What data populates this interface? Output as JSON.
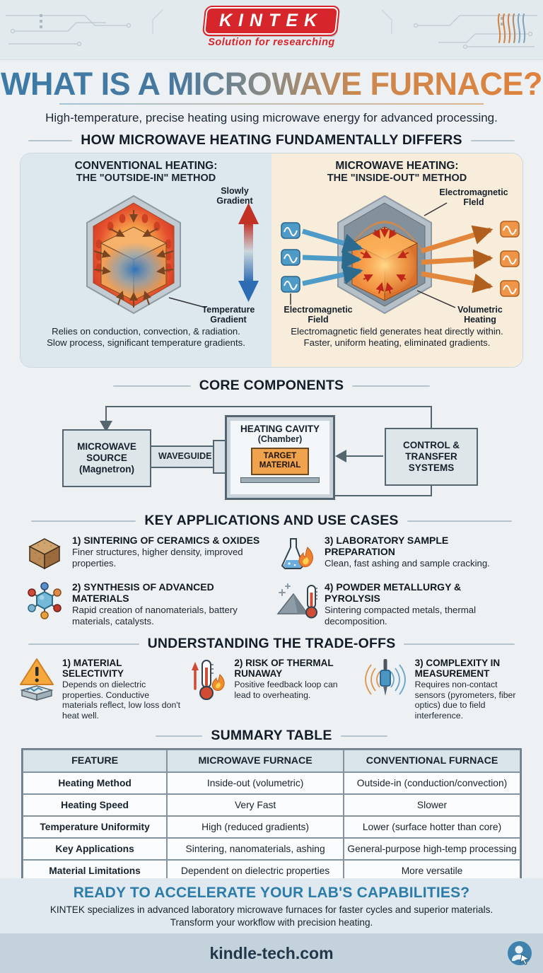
{
  "brand": {
    "logo_text": "KINTEK",
    "tagline": "Solution for researching"
  },
  "hero": {
    "title": "WHAT IS A MICROWAVE FURNACE?",
    "subtitle": "High-temperature, precise heating using microwave energy for advanced processing."
  },
  "differs": {
    "heading": "HOW MICROWAVE HEATING FUNDAMENTALLY DIFFERS",
    "conventional": {
      "title_line1": "CONVENTIONAL HEATING:",
      "title_line2": "THE \"OUTSIDE-IN\" METHOD",
      "label_top": "Slowly Gradient",
      "label_bottom": "Temperature Gradient",
      "caption_line1": "Relies on conduction, convection, & radiation.",
      "caption_line2": "Slow process, significant temperature gradients."
    },
    "microwave": {
      "title_line1": "MICROWAVE HEATING:",
      "title_line2": "THE \"INSIDE-OUT\" METHOD",
      "label_top": "Electromagnetic Fleld",
      "label_bottom_left": "Electromagnetic Field",
      "label_bottom_right": "Volumetric Heating",
      "caption_line1": "Electromagnetic field generates heat directly within.",
      "caption_line2": "Faster, uniform heating, eliminated gradients."
    }
  },
  "core": {
    "heading": "CORE COMPONENTS",
    "source_line1": "MICROWAVE",
    "source_line2": "SOURCE",
    "source_line3": "(Magnetron)",
    "waveguide": "WAVEGUIDE",
    "cavity_line1": "HEATING CAVITY",
    "cavity_line2": "(Chamber)",
    "target_line1": "TARGET",
    "target_line2": "MATERIAL",
    "control_line1": "CONTROL &",
    "control_line2": "TRANSFER",
    "control_line3": "SYSTEMS"
  },
  "applications": {
    "heading": "KEY APPLICATIONS AND USE CASES",
    "items": [
      {
        "icon": "ceramic-cube-icon",
        "title": "1) SINTERING OF CERAMICS & OXIDES",
        "desc": "Finer structures, higher density, improved properties."
      },
      {
        "icon": "molecule-icon",
        "title": "2) SYNTHESIS OF ADVANCED MATERIALS",
        "desc": "Rapid creation of nanomaterials, battery materials, catalysts."
      },
      {
        "icon": "flask-flame-icon",
        "title": "3) LABORATORY SAMPLE PREPARATION",
        "desc": "Clean, fast ashing and sample cracking."
      },
      {
        "icon": "powder-thermometer-icon",
        "title": "4) POWDER METALLURGY & PYROLYSIS",
        "desc": "Sintering compacted metals, thermal decomposition."
      }
    ]
  },
  "tradeoffs": {
    "heading": "UNDERSTANDING THE TRADE-OFFS",
    "items": [
      {
        "icon": "warning-triangle-icon",
        "title": "1) MATERIAL SELECTIVITY",
        "desc": "Depends on dielectric properties. Conductive materials reflect, low loss don't heat well."
      },
      {
        "icon": "thermometer-flame-icon",
        "title": "2) RISK OF THERMAL RUNAWAY",
        "desc": "Positive feedback loop can lead to overheating."
      },
      {
        "icon": "sensor-waves-icon",
        "title": "3) COMPLEXITY IN MEASUREMENT",
        "desc": "Requires non-contact sensors (pyrometers, fiber optics) due to field interference."
      }
    ]
  },
  "summary": {
    "heading": "SUMMARY TABLE",
    "columns": [
      "FEATURE",
      "MICROWAVE FURNACE",
      "CONVENTIONAL FURNACE"
    ],
    "rows": [
      [
        "Heating Method",
        "Inside-out (volumetric)",
        "Outside-in (conduction/convection)"
      ],
      [
        "Heating Speed",
        "Very Fast",
        "Slower"
      ],
      [
        "Temperature Uniformity",
        "High (reduced gradients)",
        "Lower (surface hotter than core)"
      ],
      [
        "Key Applications",
        "Sintering, nanomaterials, ashing",
        "General-purpose high-temp processing"
      ],
      [
        "Material Limitations",
        "Dependent on dielectric properties",
        "More versatile"
      ]
    ]
  },
  "cta": {
    "heading": "READY TO ACCELERATE YOUR LAB'S CAPABILITIES?",
    "line1": "KINTEK specializes in advanced laboratory microwave furnaces for faster cycles and superior materials.",
    "line2": "Transform your workflow with precision heating."
  },
  "footer": {
    "website": "kindle-tech.com"
  },
  "colors": {
    "logo_red": "#d6252b",
    "title_blue": "#3c7ba8",
    "title_orange": "#e0813c",
    "cta_blue": "#2c7ca9"
  }
}
